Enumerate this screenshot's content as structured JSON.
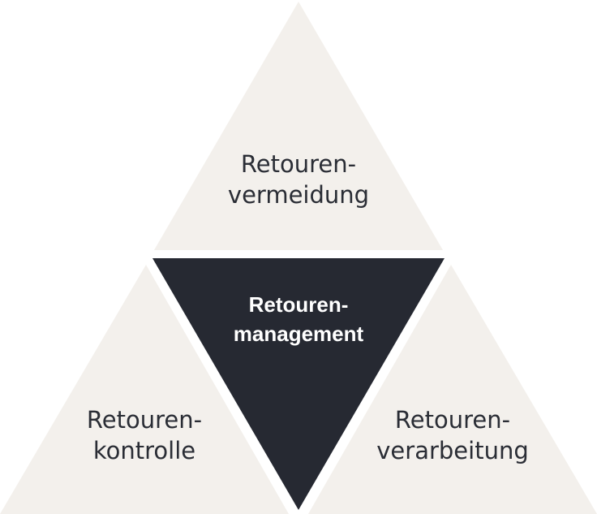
{
  "colors": {
    "outer_triangle_fill": "#f3f0ec",
    "center_triangle_fill": "#262932",
    "outer_text": "#2a2d35",
    "center_text": "#ffffff",
    "background": "#ffffff"
  },
  "triangles": {
    "top": {
      "line1": "Retouren-",
      "line2": "vermeidung"
    },
    "center": {
      "line1": "Retouren-",
      "line2": "management"
    },
    "left": {
      "line1": "Retouren-",
      "line2": "kontrolle"
    },
    "right": {
      "line1": "Retouren-",
      "line2": "verarbeitung"
    }
  }
}
